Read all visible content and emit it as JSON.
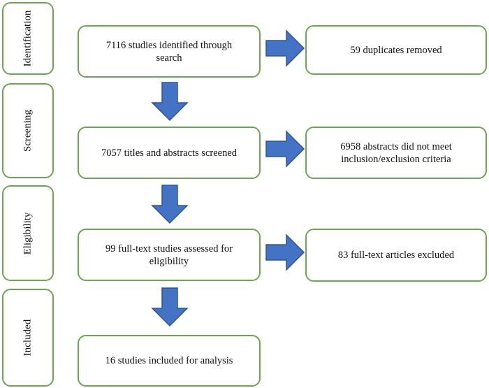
{
  "stages": {
    "identification": "Identification",
    "screening": "Screening",
    "eligibility": "Eligibility",
    "included": "Included"
  },
  "boxes": {
    "identified": {
      "line1": "7116 studies identified through",
      "line2": "search"
    },
    "duplicates": {
      "line1": "59 duplicates removed"
    },
    "screened": {
      "line1": "7057 titles and abstracts screened"
    },
    "abstracts_excluded": {
      "line1": "6958 abstracts did not meet",
      "line2": "inclusion/exclusion criteria"
    },
    "fulltext_assessed": {
      "line1": "99 full-text studies assessed for",
      "line2": "eligibility"
    },
    "fulltext_excluded": {
      "line1": "83 full-text articles excluded"
    },
    "included": {
      "line1": "16 studies included for analysis"
    }
  },
  "colors": {
    "box_border": "#6aa84f",
    "arrow_fill": "#4472c4",
    "arrow_stroke": "#2f5597"
  }
}
